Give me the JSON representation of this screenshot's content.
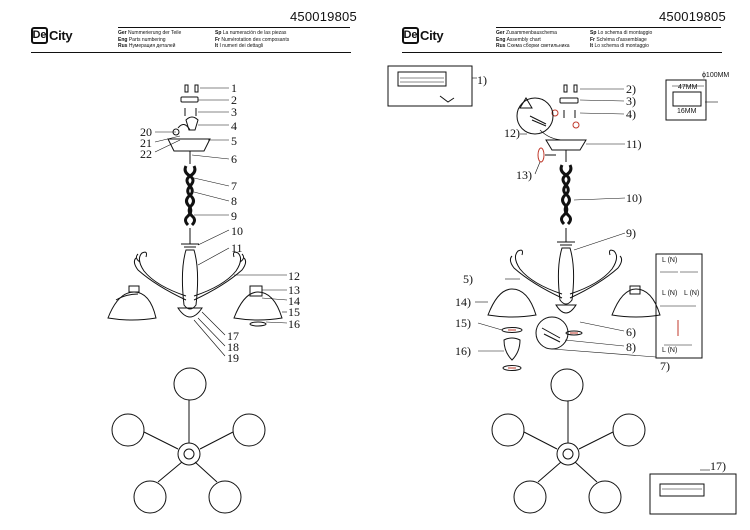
{
  "left": {
    "brand": {
      "mark": "De",
      "name": "City"
    },
    "code": "450019805",
    "header_lines": [
      {
        "lang": "Ger",
        "text": "Nummerierung der Teile"
      },
      {
        "lang": "Eng",
        "text": "Parts numbering"
      },
      {
        "lang": "Rus",
        "text": "Нумерация деталей"
      },
      {
        "lang": "Sp",
        "text": "La numeración de las piezas"
      },
      {
        "lang": "Fr",
        "text": "Numérotation des composants"
      },
      {
        "lang": "It",
        "text": "I numeri dei dettagli"
      }
    ],
    "part_numbers": [
      "1",
      "2",
      "3",
      "4",
      "5",
      "6",
      "7",
      "8",
      "9",
      "10",
      "11",
      "12",
      "13",
      "14",
      "15",
      "16",
      "17",
      "18",
      "19",
      "20",
      "21",
      "22"
    ]
  },
  "right": {
    "brand": {
      "mark": "De",
      "name": "City"
    },
    "code": "450019805",
    "header_lines": [
      {
        "lang": "Ger",
        "text": "Zusammenbauschema"
      },
      {
        "lang": "Eng",
        "text": "Assembly chart"
      },
      {
        "lang": "Rus",
        "text": "Схема сборки светильника"
      },
      {
        "lang": "Sp",
        "text": "Lo schema di montaggio"
      },
      {
        "lang": "Fr",
        "text": "Schéma d'assemblage"
      },
      {
        "lang": "It",
        "text": "Lo schema di montaggio"
      }
    ],
    "step_numbers": [
      "1)",
      "2)",
      "3)",
      "4)",
      "5)",
      "6)",
      "7)",
      "8)",
      "9)",
      "10)",
      "11)",
      "12)",
      "13)",
      "14)",
      "15)",
      "16)",
      "17)"
    ],
    "dimensions": {
      "diameter": "ϕ100MM",
      "d47": "47MM",
      "d16": "16MM"
    },
    "wire_labels": {
      "ln": "L (N)"
    }
  }
}
